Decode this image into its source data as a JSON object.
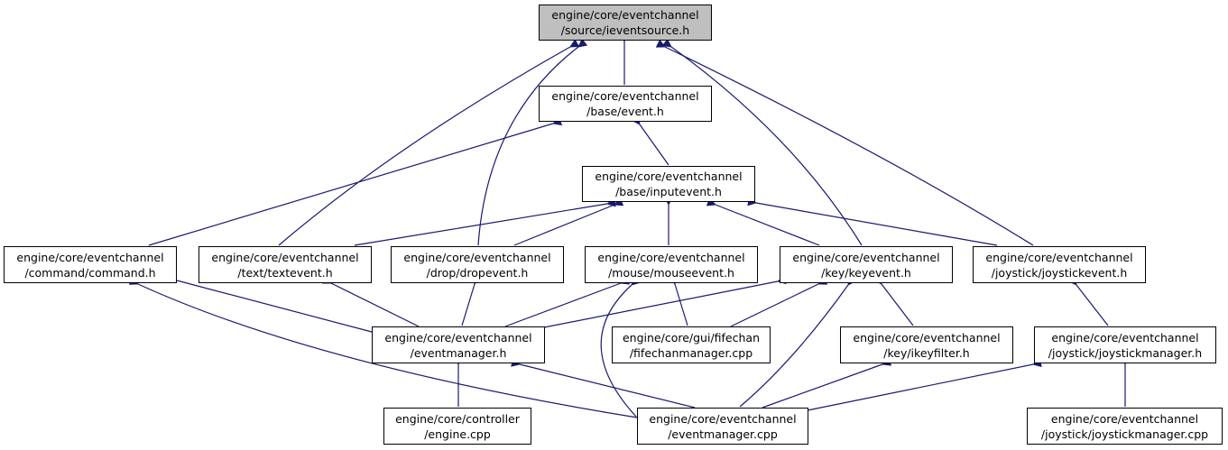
{
  "colors": {
    "edge": "#191970",
    "root_fill": "#bfbfbf",
    "node_fill": "#ffffff",
    "border": "#000000"
  },
  "nodes": {
    "ieventsource": {
      "line1": "engine/core/eventchannel",
      "line2": "/source/ieventsource.h"
    },
    "event": {
      "line1": "engine/core/eventchannel",
      "line2": "/base/event.h"
    },
    "inputevent": {
      "line1": "engine/core/eventchannel",
      "line2": "/base/inputevent.h"
    },
    "command": {
      "line1": "engine/core/eventchannel",
      "line2": "/command/command.h"
    },
    "textevent": {
      "line1": "engine/core/eventchannel",
      "line2": "/text/textevent.h"
    },
    "dropevent": {
      "line1": "engine/core/eventchannel",
      "line2": "/drop/dropevent.h"
    },
    "mouseevent": {
      "line1": "engine/core/eventchannel",
      "line2": "/mouse/mouseevent.h"
    },
    "keyevent": {
      "line1": "engine/core/eventchannel",
      "line2": "/key/keyevent.h"
    },
    "joystickevent": {
      "line1": "engine/core/eventchannel",
      "line2": "/joystick/joystickevent.h"
    },
    "eventmanager_h": {
      "line1": "engine/core/eventchannel",
      "line2": "/eventmanager.h"
    },
    "fifechanmanager": {
      "line1": "engine/core/gui/fifechan",
      "line2": "/fifechanmanager.cpp"
    },
    "ikeyfilter": {
      "line1": "engine/core/eventchannel",
      "line2": "/key/ikeyfilter.h"
    },
    "joystickmanager_h": {
      "line1": "engine/core/eventchannel",
      "line2": "/joystick/joystickmanager.h"
    },
    "engine_cpp": {
      "line1": "engine/core/controller",
      "line2": "/engine.cpp"
    },
    "eventmanager_cpp": {
      "line1": "engine/core/eventchannel",
      "line2": "/eventmanager.cpp"
    },
    "joystickmanager_cpp": {
      "line1": "engine/core/eventchannel",
      "line2": "/joystick/joystickmanager.cpp"
    }
  }
}
